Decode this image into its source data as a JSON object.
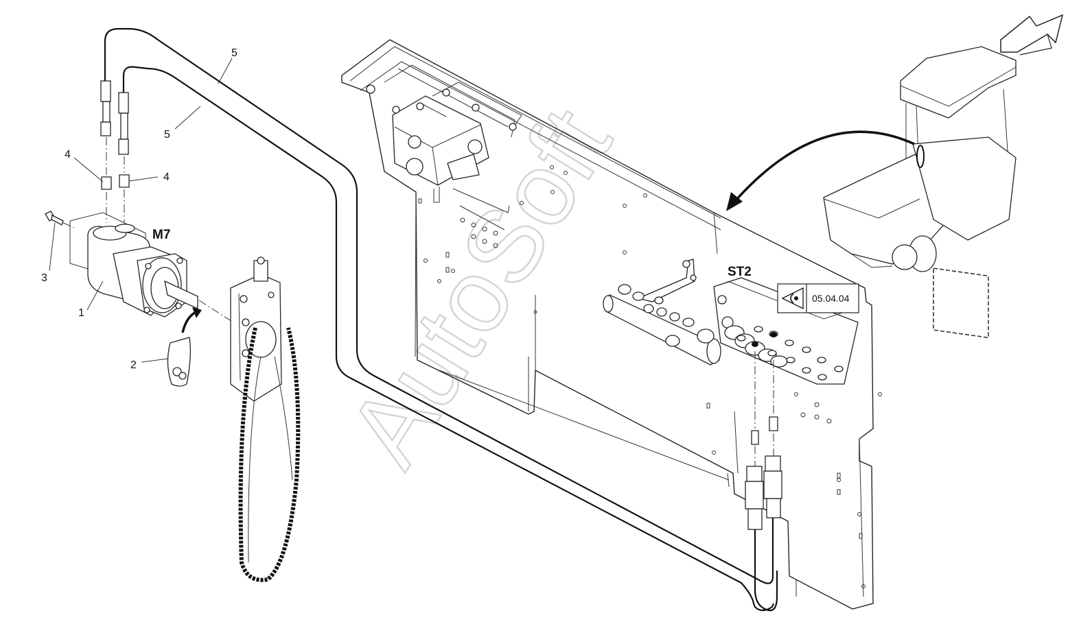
{
  "callouts": {
    "item1": "1",
    "item2": "2",
    "item3": "3",
    "item4a": "4",
    "item4b": "4",
    "item5a": "5",
    "item5b": "5"
  },
  "tags": {
    "motor": "M7",
    "connector": "ST2"
  },
  "reference": {
    "label": "05.04.04",
    "icon": "eye-icon"
  },
  "watermark": "AutoSoft",
  "icons": {
    "view_arrow": "view-direction-arrow-icon",
    "grease": "grease-tube-icon"
  }
}
